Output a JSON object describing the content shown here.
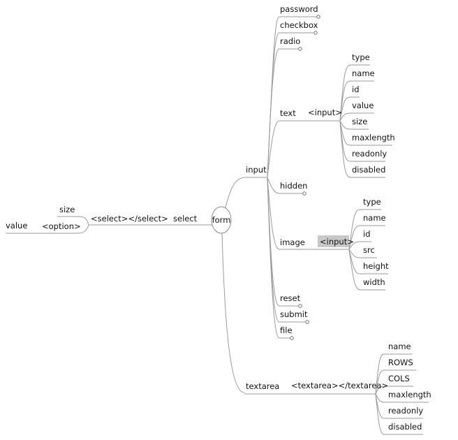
{
  "mindmap": {
    "root": "form",
    "select": {
      "label": "select",
      "tag": "<select></select>",
      "size": "size",
      "option": "<option>",
      "value": "value"
    },
    "input": {
      "label": "input",
      "password": "password",
      "checkbox": "checkbox",
      "radio": "radio",
      "text": {
        "label": "text",
        "tag": "<input>",
        "attrs": [
          "type",
          "name",
          "id",
          "value",
          "size",
          "maxlength",
          "readonly",
          "disabled"
        ]
      },
      "hidden": "hidden",
      "image": {
        "label": "image",
        "tag": "<input>",
        "attrs": [
          "type",
          "name",
          "id",
          "src",
          "height",
          "width"
        ]
      },
      "reset": "reset",
      "submit": "submit",
      "file": "file"
    },
    "textarea": {
      "label": "textarea",
      "tag": "<textarea></textarea>",
      "attrs": [
        "name",
        "ROWS",
        "COLS",
        "maxlength",
        "readonly",
        "disabled"
      ]
    }
  }
}
